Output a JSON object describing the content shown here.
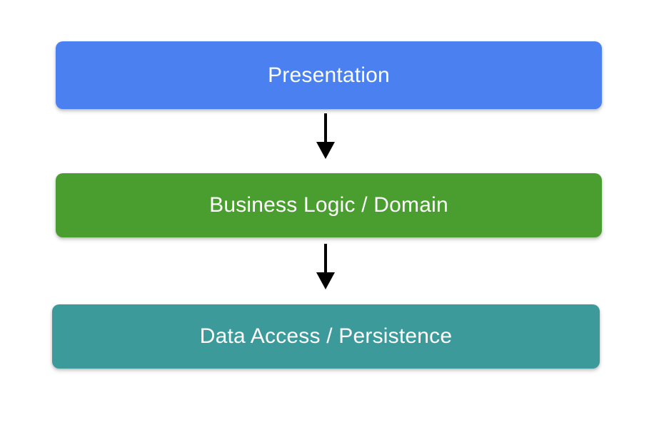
{
  "diagram": {
    "type": "layered-architecture",
    "background_color": "#ffffff",
    "title": "",
    "layers": [
      {
        "id": "presentation",
        "label": "Presentation",
        "color": "#4a80f0",
        "text_color": "#ffffff",
        "order": 1
      },
      {
        "id": "business-logic",
        "label": "Business Logic / Domain",
        "color": "#4a9e2f",
        "text_color": "#ffffff",
        "order": 2
      },
      {
        "id": "data-access",
        "label": "Data Access / Persistence",
        "color": "#3d9a9b",
        "text_color": "#ffffff",
        "order": 3
      }
    ],
    "connectors": [
      {
        "id": "presentation-to-business",
        "from": "presentation",
        "to": "business-logic",
        "direction": "down",
        "color": "#000000",
        "label": ""
      },
      {
        "id": "business-to-data",
        "from": "business-logic",
        "to": "data-access",
        "direction": "down",
        "color": "#000000",
        "label": ""
      }
    ]
  }
}
